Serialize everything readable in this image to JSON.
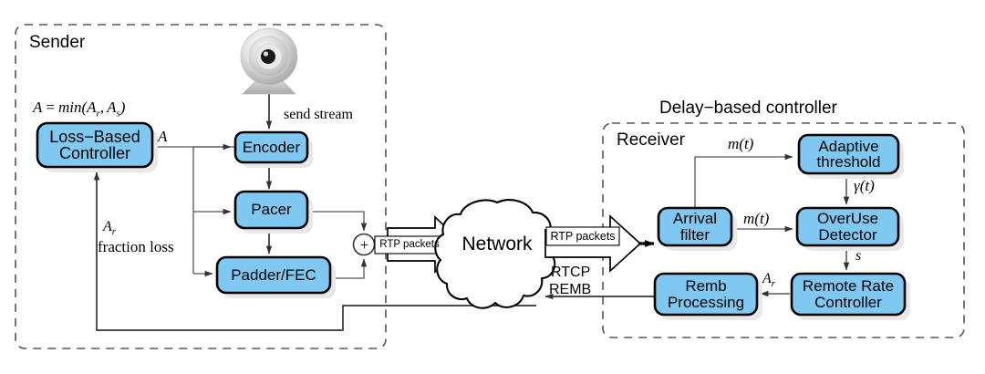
{
  "figure": {
    "title": "GCC congestion control architecture (sender / network / receiver)",
    "colors": {
      "block_fill": "#7ec8f2",
      "block_stroke": "#000000",
      "block_shadow": "#e8e8e8",
      "line": "#444444",
      "dashed_group": "#555555",
      "background": "#ffffff"
    }
  },
  "groups": {
    "sender": {
      "label": "Sender"
    },
    "delay_controller": {
      "label": "Delay−based controller"
    },
    "receiver": {
      "label": "Receiver"
    }
  },
  "blocks": {
    "loss_based_controller": {
      "label": "Loss−Based\nController"
    },
    "encoder": {
      "label": "Encoder"
    },
    "pacer": {
      "label": "Pacer"
    },
    "padder_fec": {
      "label": "Padder/FEC"
    },
    "arrival_filter": {
      "label": "Arrival\nfilter"
    },
    "adaptive_threshold": {
      "label": "Adaptive\nthreshold"
    },
    "overuse_detector": {
      "label": "OverUse\nDetector"
    },
    "remote_rate_controller": {
      "label": "Remote Rate\nController"
    },
    "remb_processing": {
      "label": "Remb\nProcessing"
    }
  },
  "nodes": {
    "network_cloud": {
      "label": "Network"
    },
    "summation": {
      "label": "+"
    },
    "camera": {
      "name": "webcam-icon"
    }
  },
  "labels": {
    "min_formula": "A = min(Aᵣ, Aₛ)",
    "min_formula_parts": {
      "lhs": "A",
      "eq": "=",
      "fn": "min(",
      "ar": "A",
      "ar_sub": "r",
      "comma": ",",
      "as": "A",
      "as_sub": "s",
      "close": ")"
    },
    "edge_A": "A",
    "send_stream": "send stream",
    "Ar_feedback": "A",
    "Ar_feedback_sub": "r",
    "fraction_loss": "fraction loss",
    "rtp_packets_sender": "RTP packets",
    "rtp_packets_receiver": "RTP packets",
    "rtcp": "RTCP",
    "remb": "REMB",
    "m_of_t_top": "m(t)",
    "m_of_t_mid": "m(t)",
    "gamma_of_t": "γ(t)",
    "signal_s": "s",
    "Ar_remb": "A",
    "Ar_remb_sub": "r"
  }
}
